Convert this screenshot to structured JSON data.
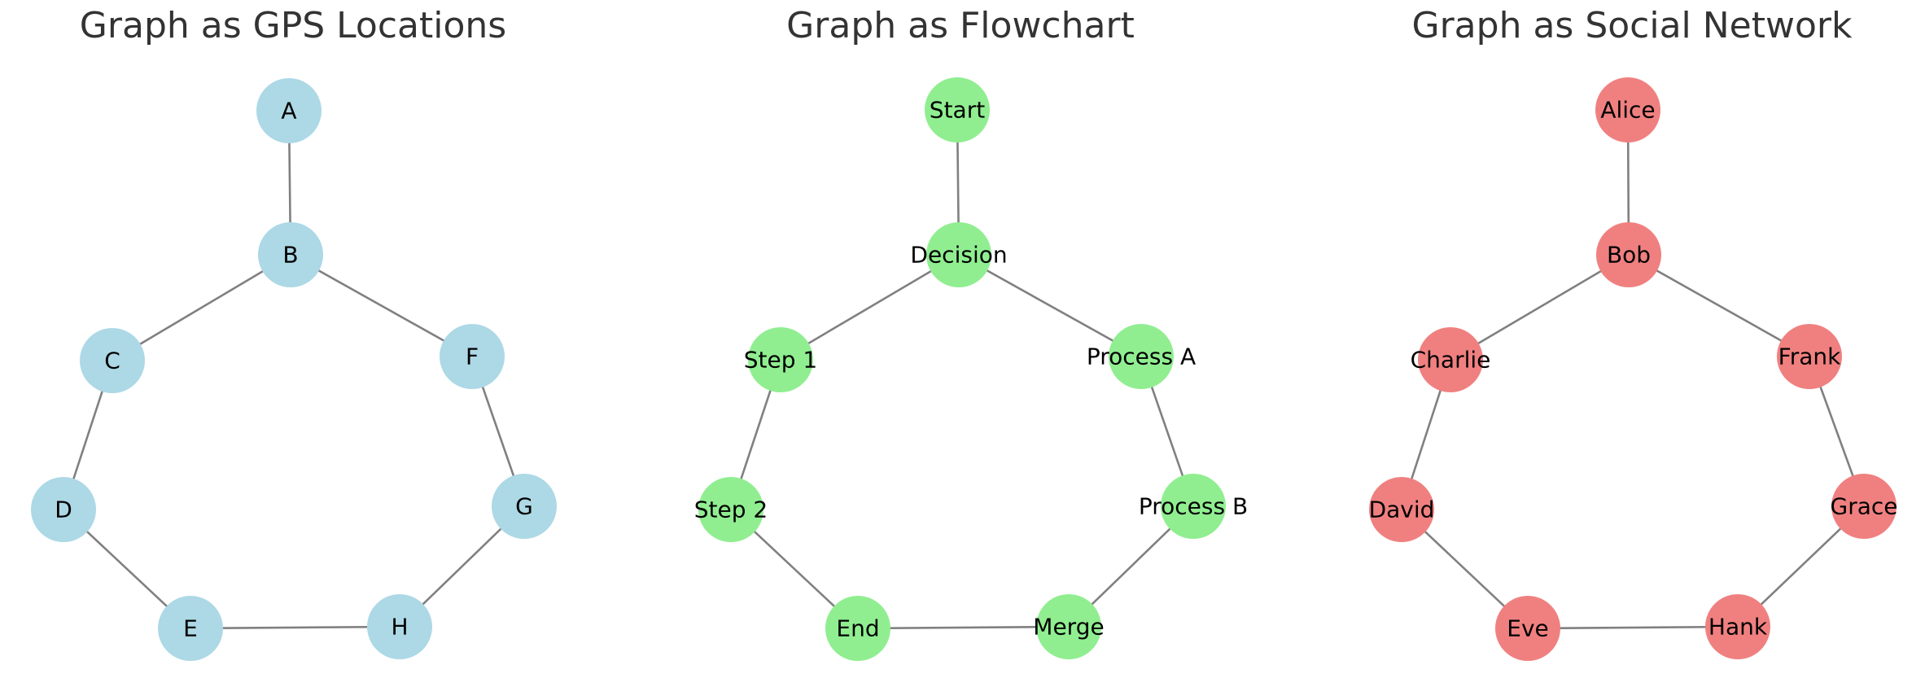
{
  "edges": [
    [
      "A",
      "B"
    ],
    [
      "B",
      "C"
    ],
    [
      "C",
      "D"
    ],
    [
      "D",
      "E"
    ],
    [
      "E",
      "H"
    ],
    [
      "H",
      "G"
    ],
    [
      "G",
      "F"
    ],
    [
      "F",
      "B"
    ]
  ],
  "panels": [
    {
      "title": "Graph as GPS Locations",
      "color": "#add8e6",
      "labels": {
        "A": "A",
        "B": "B",
        "C": "C",
        "D": "D",
        "E": "E",
        "F": "F",
        "G": "G",
        "H": "H"
      }
    },
    {
      "title": "Graph as Flowchart",
      "color": "#90ee90",
      "labels": {
        "A": "Start",
        "B": "Decision",
        "C": "Step 1",
        "D": "Step 2",
        "E": "End",
        "F": "Process A",
        "G": "Process B",
        "H": "Merge"
      }
    },
    {
      "title": "Graph as Social Network",
      "color": "#f08080",
      "labels": {
        "A": "Alice",
        "B": "Bob",
        "C": "Charlie",
        "D": "David",
        "E": "Eve",
        "F": "Frank",
        "G": "Grace",
        "H": "Hank"
      }
    }
  ]
}
